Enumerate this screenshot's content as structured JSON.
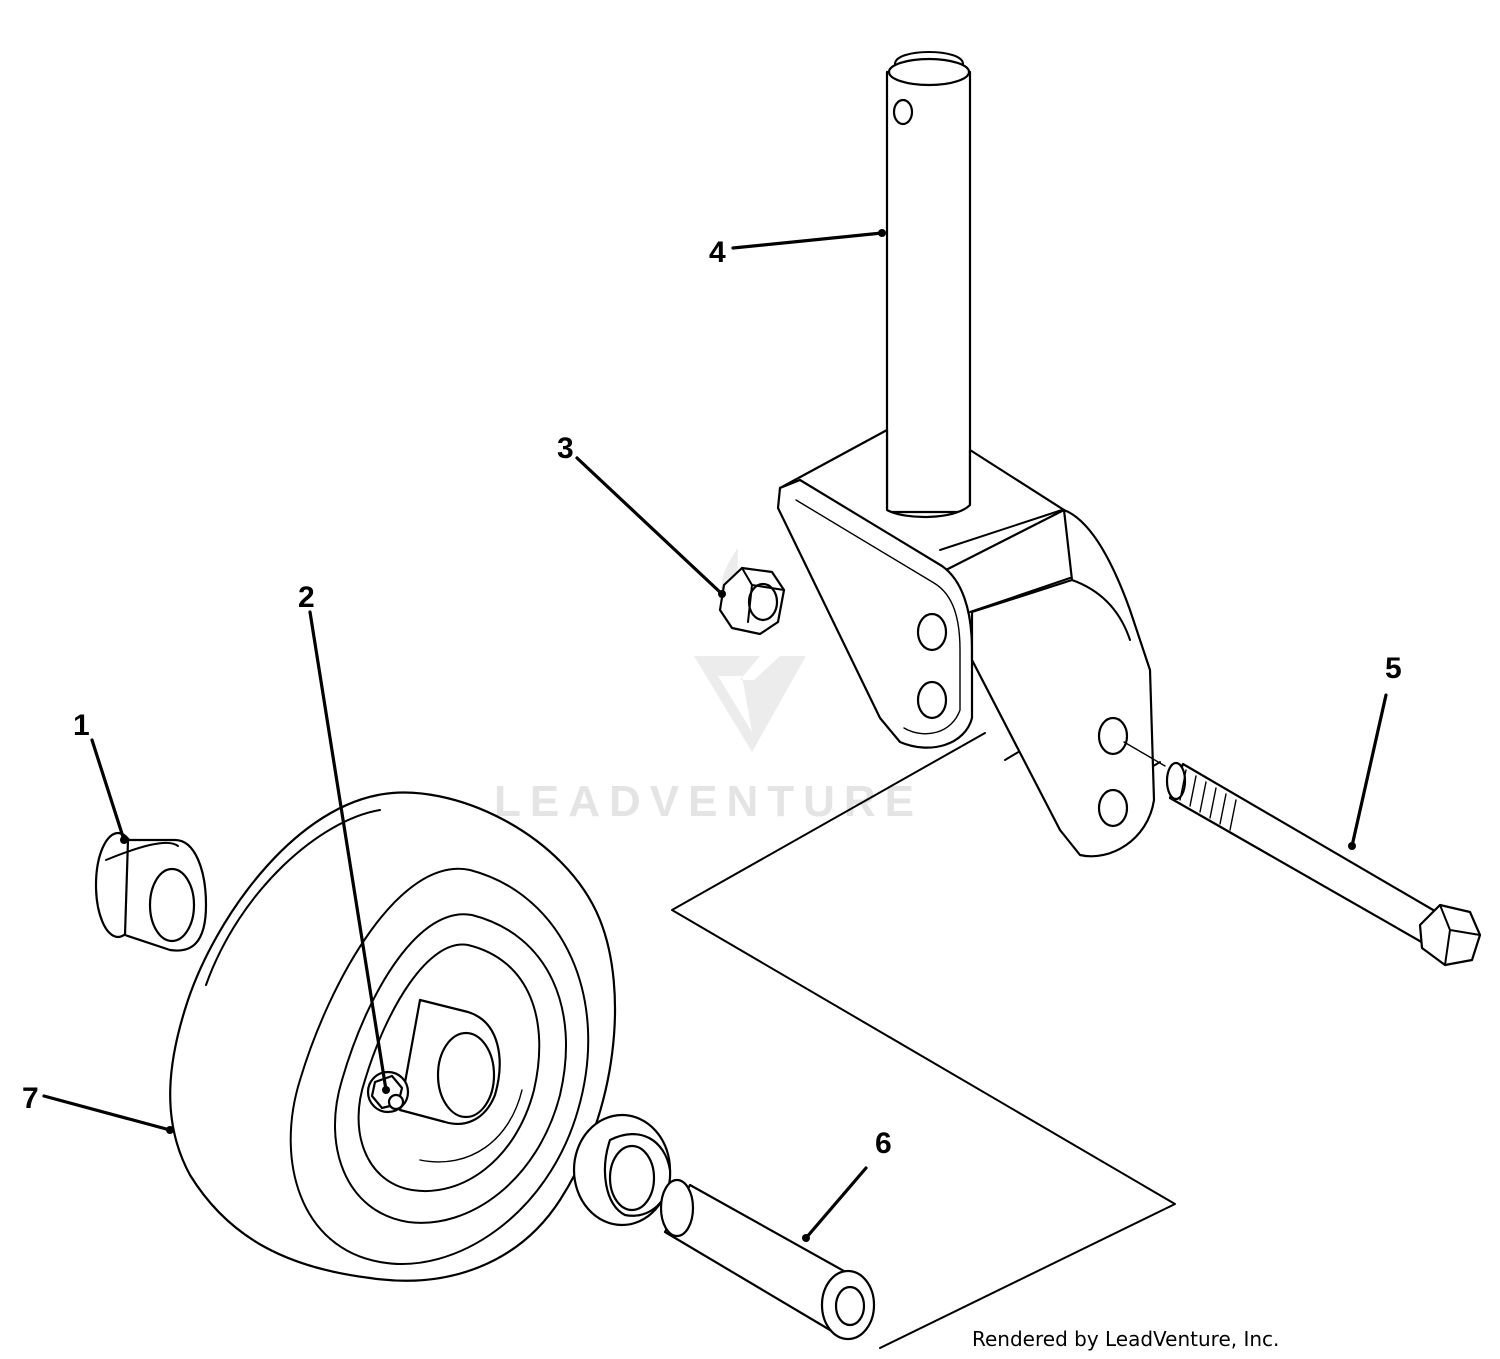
{
  "diagram": {
    "callouts": [
      {
        "id": "1",
        "label": "1"
      },
      {
        "id": "2",
        "label": "2"
      },
      {
        "id": "3",
        "label": "3"
      },
      {
        "id": "4",
        "label": "4"
      },
      {
        "id": "5",
        "label": "5"
      },
      {
        "id": "6",
        "label": "6"
      },
      {
        "id": "7",
        "label": "7"
      }
    ],
    "watermark": "LEADVENTURE",
    "credit": "Rendered by LeadVenture, Inc."
  }
}
